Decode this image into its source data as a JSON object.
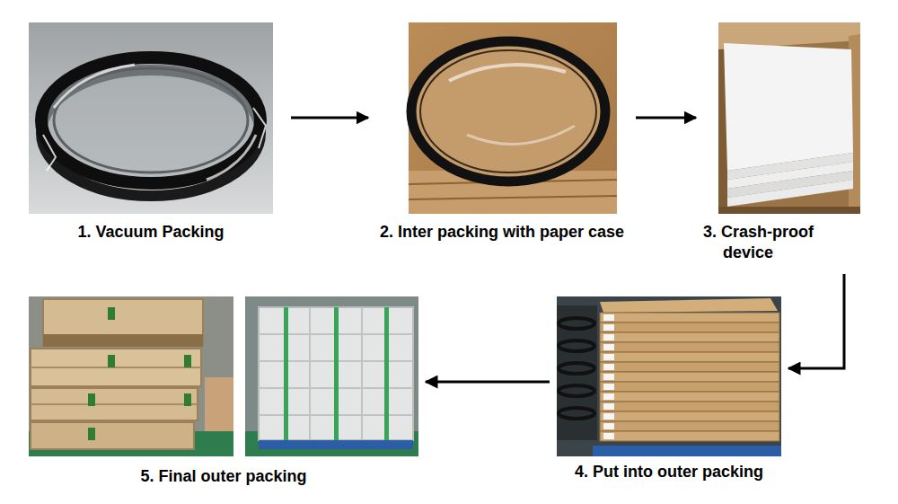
{
  "diagram": {
    "nodes": [
      {
        "text": [
          "1. Vacuum Packing"
        ]
      },
      {
        "text": [
          "2. Inter packing with paper case"
        ]
      },
      {
        "text": [
          "3. Crash-proof device"
        ]
      },
      {
        "text": [
          "4. Put into outer packing"
        ]
      },
      {
        "text": [
          "5. Final outer packing"
        ]
      }
    ],
    "edges": [
      {
        "from": 0,
        "to": 1,
        "arrow": "to"
      },
      {
        "from": 1,
        "to": 2,
        "arrow": "to"
      },
      {
        "from": 2,
        "to": 3,
        "arrow": "to"
      },
      {
        "from": 3,
        "to": 4,
        "arrow": "to"
      }
    ]
  }
}
